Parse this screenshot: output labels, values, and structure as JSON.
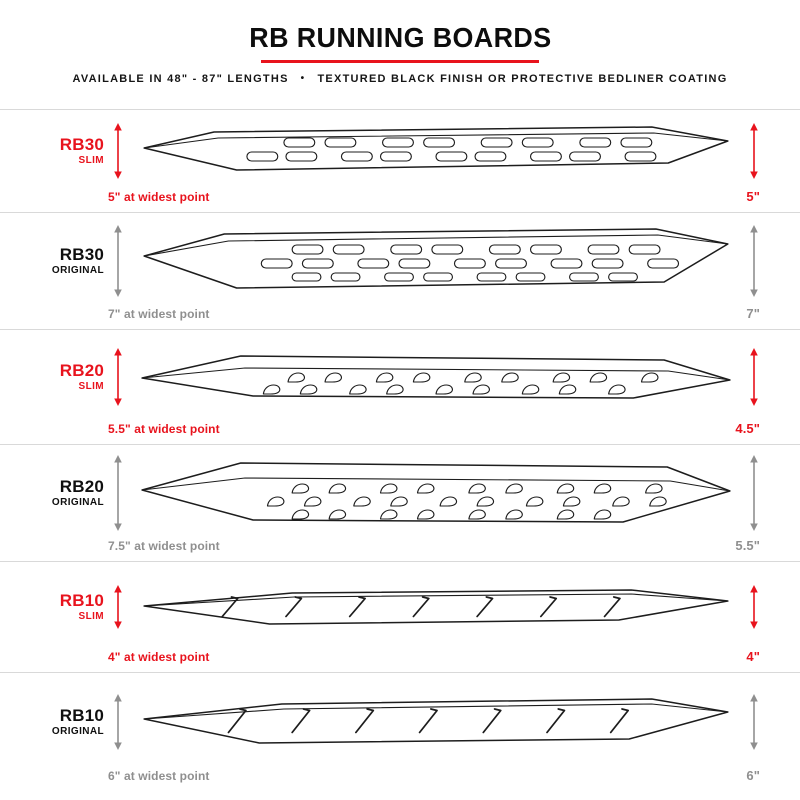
{
  "header": {
    "title": "RB RUNNING BOARDS",
    "subtitle_left": "AVAILABLE IN 48\" - 87\" LENGTHS",
    "subtitle_sep": "•",
    "subtitle_right": "TEXTURED BLACK FINISH OR PROTECTIVE BEDLINER COATING"
  },
  "colors": {
    "accent_red": "#e8131d",
    "original_gray": "#8f8f8f",
    "drawing_line": "#1d1d1d",
    "divider": "#d9d9d9"
  },
  "boards": [
    {
      "model": "RB30",
      "variant": "SLIM",
      "theme": "slim",
      "width_note": "5\" at widest point",
      "height_note": "5\"",
      "slot_style": "oval",
      "slot_rows": 2
    },
    {
      "model": "RB30",
      "variant": "ORIGINAL",
      "theme": "original",
      "width_note": "7\" at widest point",
      "height_note": "7\"",
      "slot_style": "oval",
      "slot_rows": 3
    },
    {
      "model": "RB20",
      "variant": "SLIM",
      "theme": "slim",
      "width_note": "5.5\" at widest point",
      "height_note": "4.5\"",
      "slot_style": "teardrop",
      "slot_rows": 2
    },
    {
      "model": "RB20",
      "variant": "ORIGINAL",
      "theme": "original",
      "width_note": "7.5\" at widest point",
      "height_note": "5.5\"",
      "slot_style": "teardrop",
      "slot_rows": 3
    },
    {
      "model": "RB10",
      "variant": "SLIM",
      "theme": "slim",
      "width_note": "4\" at widest point",
      "height_note": "4\"",
      "slot_style": "hash",
      "slot_rows": 1
    },
    {
      "model": "RB10",
      "variant": "ORIGINAL",
      "theme": "original",
      "width_note": "6\" at widest point",
      "height_note": "6\"",
      "slot_style": "hash",
      "slot_rows": 1
    }
  ]
}
